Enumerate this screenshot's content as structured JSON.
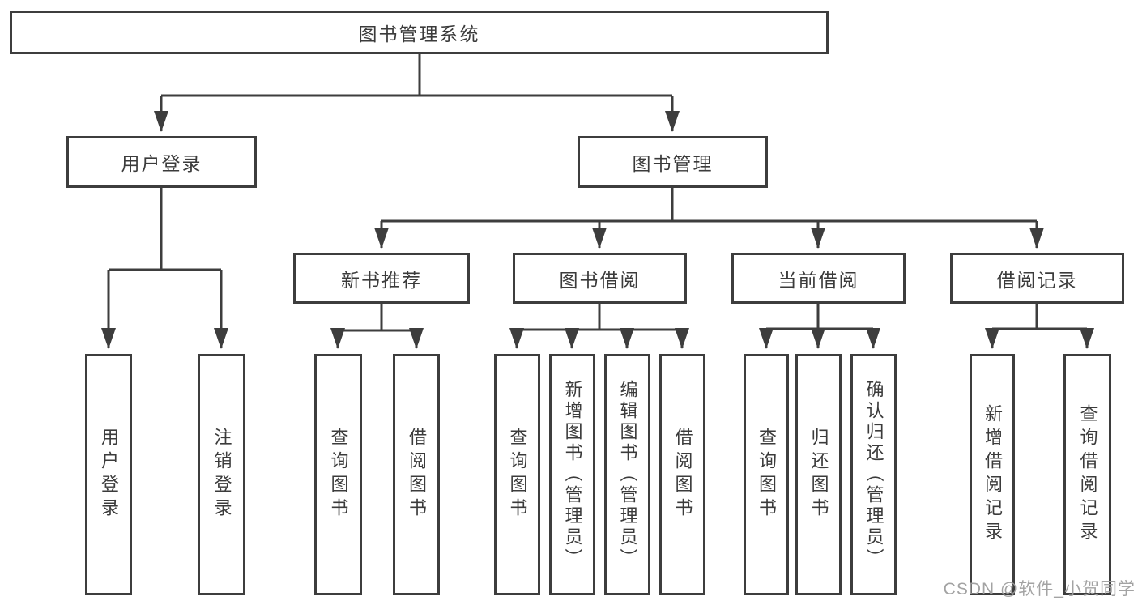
{
  "diagram": {
    "root": "图书管理系统",
    "user_login": {
      "label": "用户登录",
      "children": [
        "用户登录",
        "注销登录"
      ]
    },
    "book_mgmt": {
      "label": "图书管理",
      "groups": [
        {
          "label": "新书推荐",
          "children": [
            "查询图书",
            "借阅图书"
          ]
        },
        {
          "label": "图书借阅",
          "children": [
            "查询图书",
            "新增图书（管理员）",
            "编辑图书（管理员）",
            "借阅图书"
          ]
        },
        {
          "label": "当前借阅",
          "children": [
            "查询图书",
            "归还图书",
            "确认归还（管理员）"
          ]
        },
        {
          "label": "借阅记录",
          "children": [
            "新增借阅记录",
            "查询借阅记录"
          ]
        }
      ]
    }
  },
  "watermark": "CSDN @软件_小贺同学",
  "colors": {
    "line": "#3d3d3d",
    "text": "#3b3b3b",
    "background": "#ffffff",
    "watermark": "#9e9e9e"
  }
}
